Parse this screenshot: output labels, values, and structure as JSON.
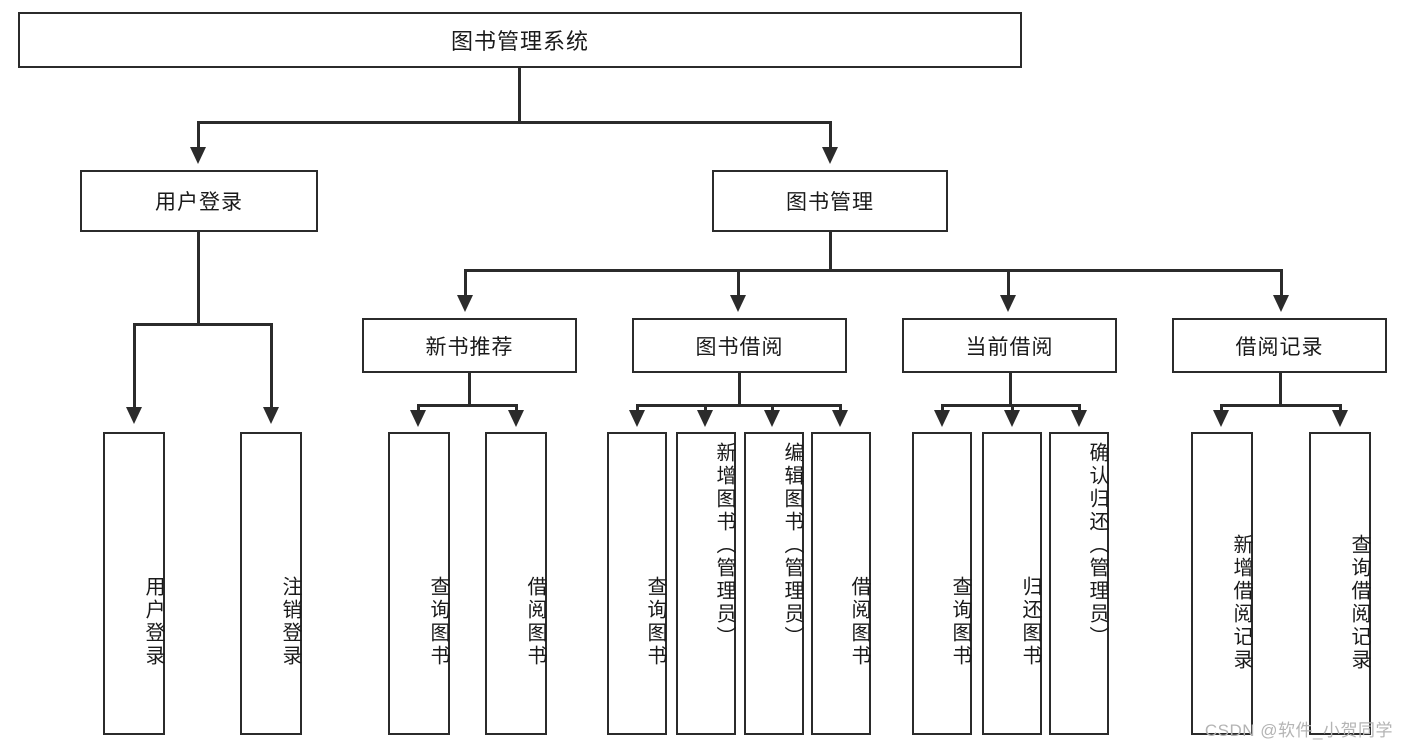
{
  "diagram": {
    "type": "tree-hierarchy-chart",
    "title": "图书管理系统",
    "watermark": "CSDN @软件_小贺同学",
    "colors": {
      "stroke": "#2b2b2b",
      "fill": "#ffffff",
      "text": "#1a1a1a",
      "watermark": "#b4b4b4"
    },
    "root": {
      "label": "图书管理系统"
    },
    "level2": [
      {
        "id": "user-login",
        "label": "用户登录"
      },
      {
        "id": "book-manage",
        "label": "图书管理"
      }
    ],
    "level3": [
      {
        "id": "new-book-rec",
        "label": "新书推荐"
      },
      {
        "id": "book-borrow",
        "label": "图书借阅"
      },
      {
        "id": "current-borrow",
        "label": "当前借阅"
      },
      {
        "id": "borrow-record",
        "label": "借阅记录"
      }
    ],
    "leaves": {
      "user_login": [
        {
          "id": "leaf-user-login",
          "label": "用户登录"
        },
        {
          "id": "leaf-user-logout",
          "label": "注销登录"
        }
      ],
      "new_book_rec": [
        {
          "id": "leaf-query-book-1",
          "label": "查询图书"
        },
        {
          "id": "leaf-borrow-book-1",
          "label": "借阅图书"
        }
      ],
      "book_borrow": [
        {
          "id": "leaf-query-book-2",
          "label": "查询图书"
        },
        {
          "id": "leaf-add-book",
          "label": "新增图书（管理员）"
        },
        {
          "id": "leaf-edit-book",
          "label": "编辑图书（管理员）"
        },
        {
          "id": "leaf-borrow-book-2",
          "label": "借阅图书"
        }
      ],
      "current_borrow": [
        {
          "id": "leaf-query-book-3",
          "label": "查询图书"
        },
        {
          "id": "leaf-return-book",
          "label": "归还图书"
        },
        {
          "id": "leaf-confirm-return",
          "label": "确认归还（管理员）"
        }
      ],
      "borrow_record": [
        {
          "id": "leaf-add-record",
          "label": "新增借阅记录"
        },
        {
          "id": "leaf-query-record",
          "label": "查询借阅记录"
        }
      ]
    }
  }
}
